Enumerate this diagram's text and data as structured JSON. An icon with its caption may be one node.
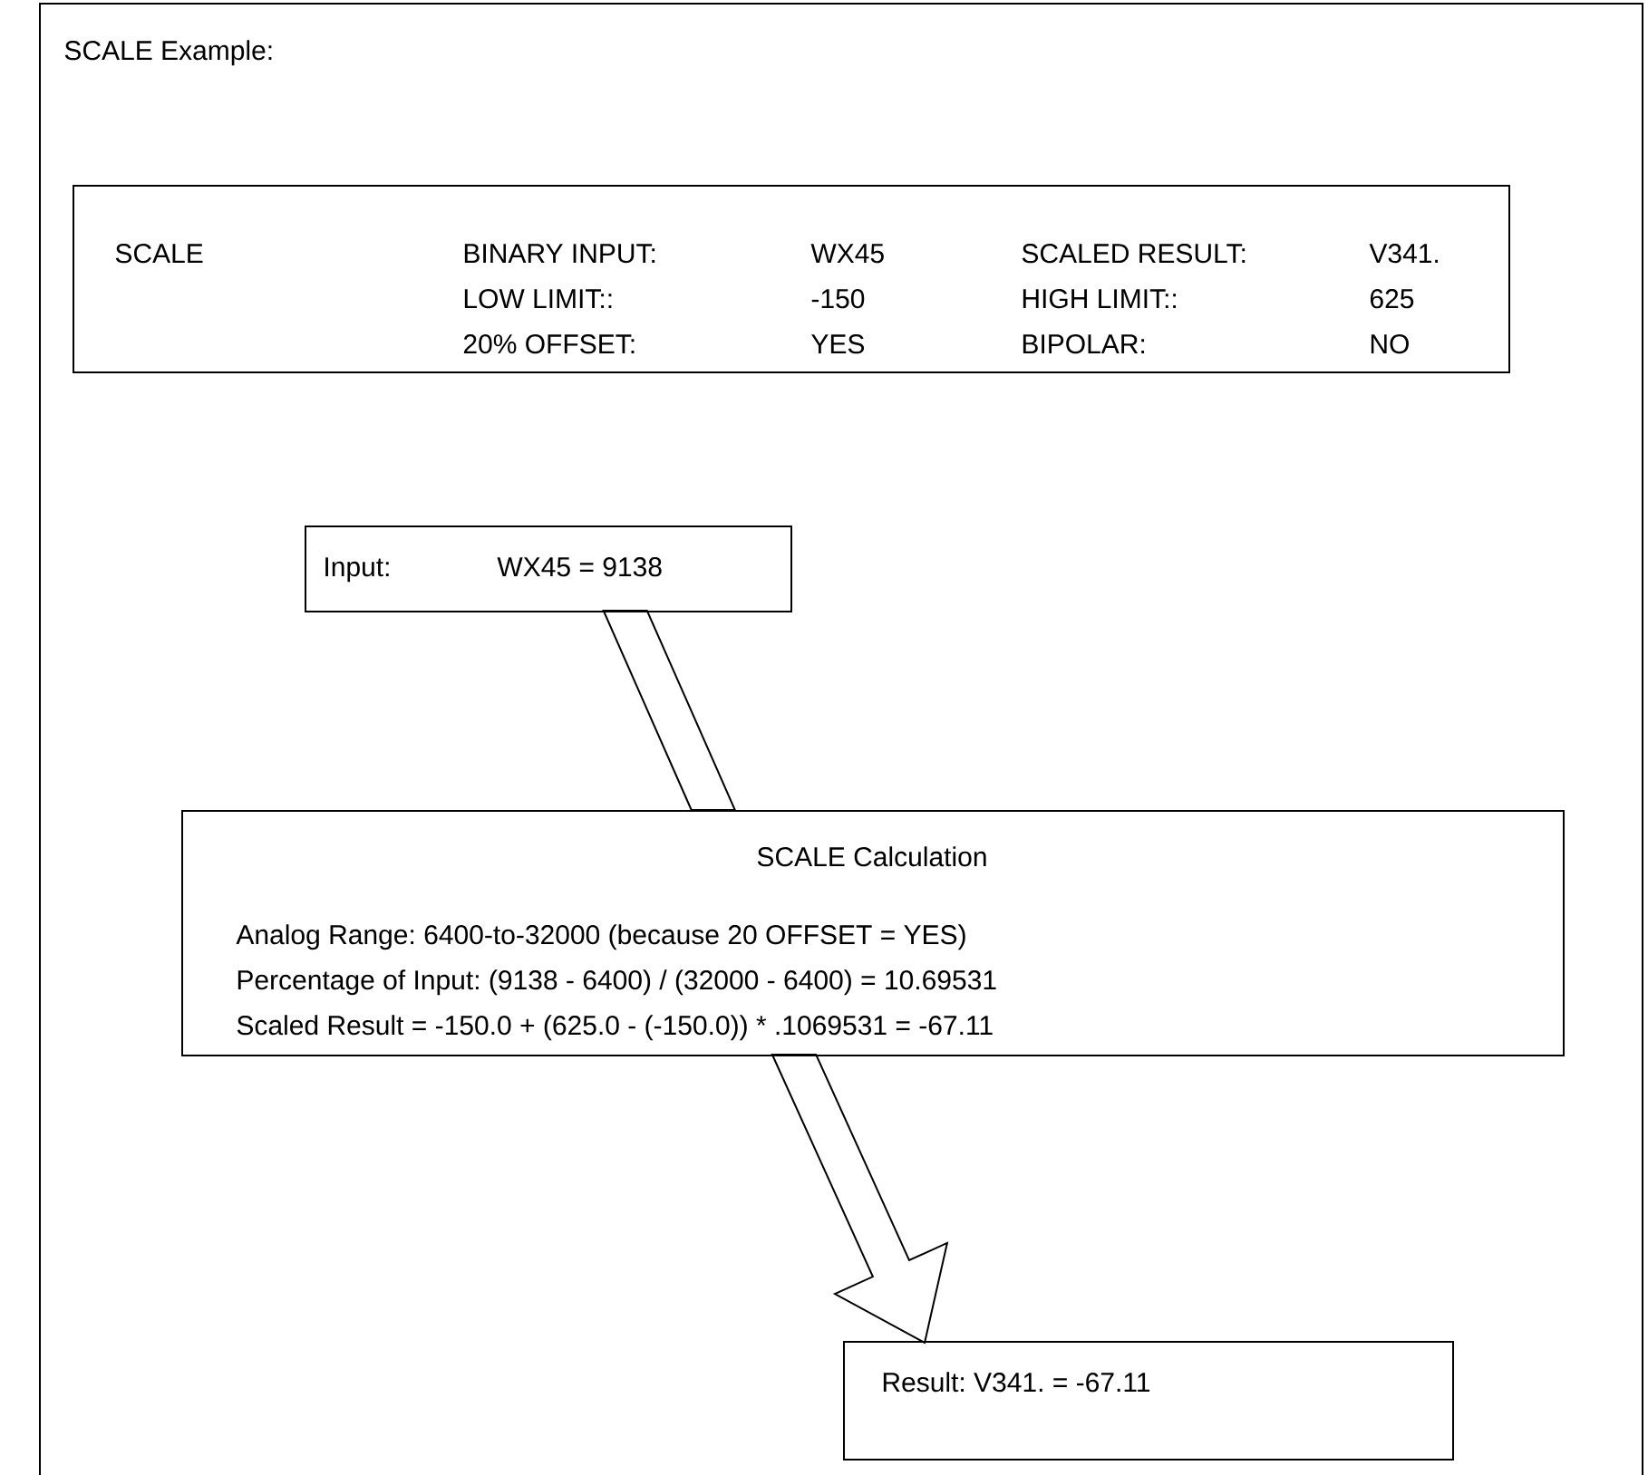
{
  "diagram": {
    "nodes": [
      {
        "text": [
          "SCALE Example:"
        ]
      },
      {
        "text": [
          "SCALE",
          "BINARY INPUT:",
          "WX45",
          "SCALED RESULT:",
          "V341.",
          "LOW LIMIT::",
          "-150",
          "HIGH LIMIT::",
          "625",
          "20% OFFSET:",
          "YES",
          "BIPOLAR:",
          "NO"
        ],
        "in": 0
      },
      {
        "text": [
          "Input:",
          "WX45 = 9138"
        ],
        "in": 0
      },
      {
        "text": [
          "SCALE Calculation",
          "Analog Range: 6400-to-32000 (because 20 OFFSET = YES)",
          "Percentage of Input: (9138 - 6400) / (32000 - 6400) = 10.69531",
          "Scaled Result = -150.0 + (625.0 - (-150.0)) * .1069531 = -67.11"
        ],
        "in": 0
      },
      {
        "text": [
          "Result:  V341. = -67.11"
        ],
        "in": 0
      }
    ],
    "edges": [
      {
        "from": 2,
        "to": 3,
        "arrow": "none"
      },
      {
        "from": 3,
        "to": 4,
        "arrow": "to"
      }
    ]
  }
}
